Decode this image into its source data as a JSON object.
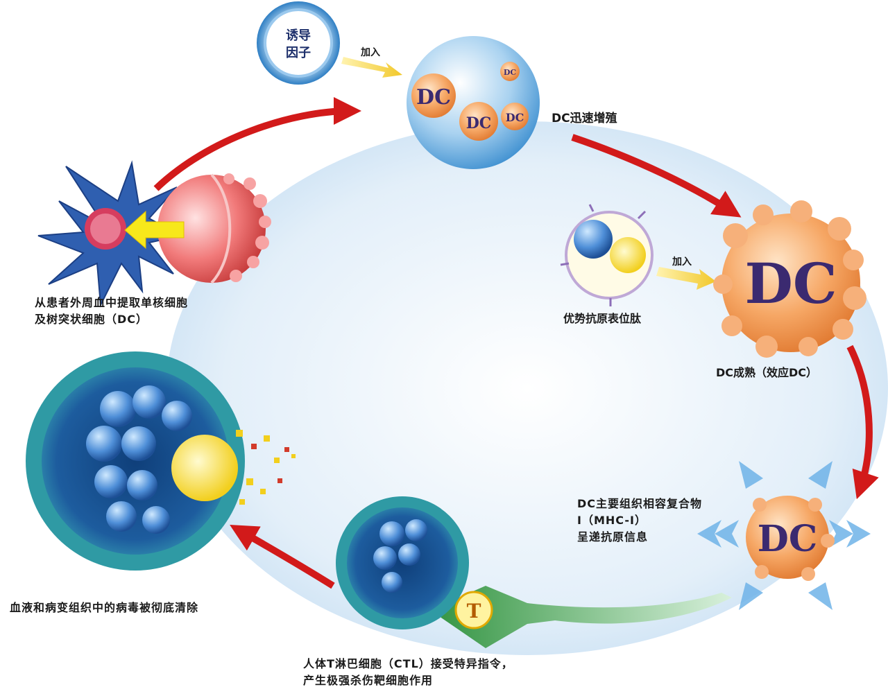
{
  "labels": {
    "inducer_line1": "诱导",
    "inducer_line2": "因子",
    "add_top": "加入",
    "dc_proliferation": "DC迅速增殖",
    "extract_line1": "从患者外周血中提取单核细胞",
    "extract_line2": "及树突状细胞（DC）",
    "antigen_epitope": "优势抗原表位肽",
    "add_right": "加入",
    "dc_mature": "DC成熟（效应DC）",
    "mhc_line1": "DC主要组织相容复合物",
    "mhc_line2": "I（MHC-I）",
    "mhc_line3": "呈递抗原信息",
    "virus_cleared": "血液和病变组织中的病毒被彻底清除",
    "ctl_line1": "人体T淋巴细胞（CTL）接受特异指令，",
    "ctl_line2": "产生极强杀伤靶细胞作用",
    "dc_text": "DC",
    "t_text": "T"
  },
  "colors": {
    "arrow_red": "#d21a1a",
    "loop_blue": "#cfe4f7",
    "dc_orange": "#f3a061",
    "virus_teal": "#2f9aa4",
    "t_green": "#2e9b3c"
  }
}
